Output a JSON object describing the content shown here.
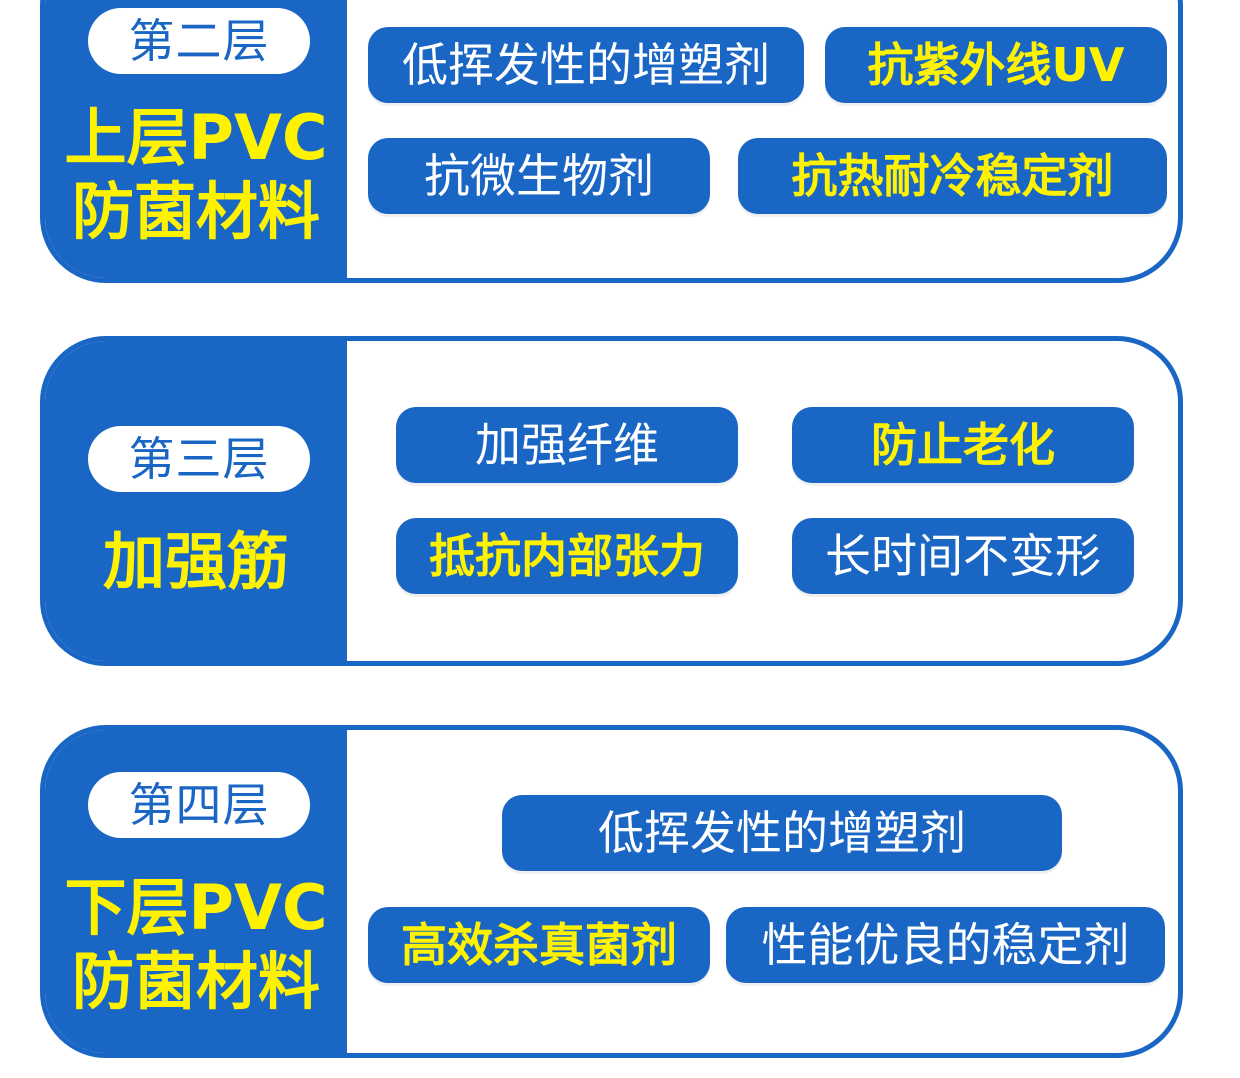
{
  "layers": [
    {
      "label": "第二层",
      "title_line1": "上层PVC",
      "title_line2": "防菌材料",
      "tags": [
        {
          "text": "低挥发性的增塑剂",
          "style": "white"
        },
        {
          "text": "抗紫外线UV",
          "style": "yellow"
        },
        {
          "text": "抗微生物剂",
          "style": "white"
        },
        {
          "text": "抗热耐冷稳定剂",
          "style": "yellow"
        }
      ]
    },
    {
      "label": "第三层",
      "title_line1": "加强筋",
      "tags": [
        {
          "text": "加强纤维",
          "style": "white"
        },
        {
          "text": "防止老化",
          "style": "yellow"
        },
        {
          "text": "抵抗内部张力",
          "style": "yellow"
        },
        {
          "text": "长时间不变形",
          "style": "white"
        }
      ]
    },
    {
      "label": "第四层",
      "title_line1": "下层PVC",
      "title_line2": "防菌材料",
      "tags": [
        {
          "text": "低挥发性的增塑剂",
          "style": "white"
        },
        {
          "text": "高效杀真菌剂",
          "style": "yellow"
        },
        {
          "text": "性能优良的稳定剂",
          "style": "white"
        }
      ]
    }
  ],
  "colors": {
    "brand_blue": "#1a66c4",
    "accent_yellow": "#fff200",
    "text_white": "#ffffff"
  }
}
